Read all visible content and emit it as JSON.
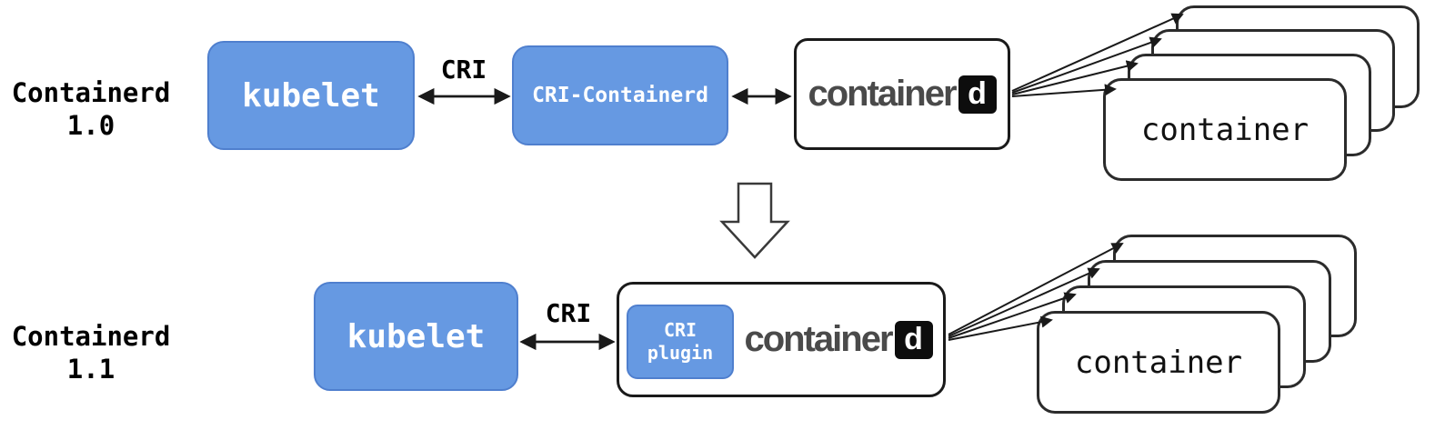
{
  "colors": {
    "blue": "#6699E2",
    "blue-border": "#4F7FCE",
    "ink": "#1A1A1A",
    "logo-gray": "#4A4A4A"
  },
  "top_row": {
    "label_line1": "Containerd",
    "label_line2": "1.0",
    "kubelet": "kubelet",
    "cri_link": "CRI",
    "cri_containerd": "CRI-Containerd",
    "logo_word": "container",
    "logo_d": "d",
    "container_card": "container"
  },
  "bottom_row": {
    "label_line1": "Containerd",
    "label_line2": "1.1",
    "kubelet": "kubelet",
    "cri_link": "CRI",
    "cri_plugin_line1": "CRI",
    "cri_plugin_line2": "plugin",
    "logo_word": "container",
    "logo_d": "d",
    "container_card": "container"
  }
}
